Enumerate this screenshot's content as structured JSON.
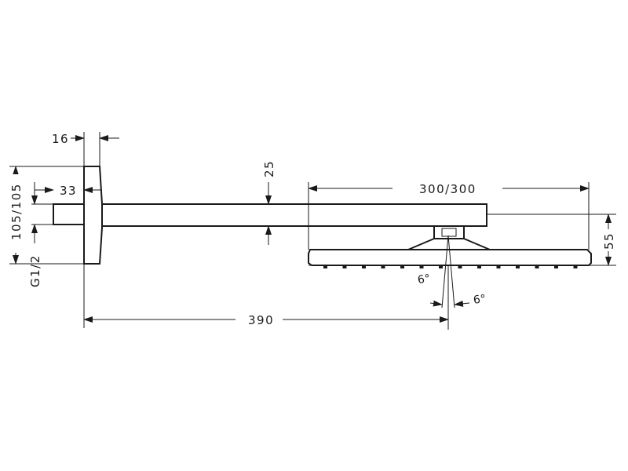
{
  "dimensions": {
    "wall_flange_thickness": "16",
    "flange_height": "105/105",
    "connection_offset": "33",
    "thread": "G1/2",
    "arm_height": "25",
    "head_size": "300/300",
    "head_height": "55",
    "arm_length": "390",
    "tilt_left": "6°",
    "tilt_right": "6°"
  }
}
